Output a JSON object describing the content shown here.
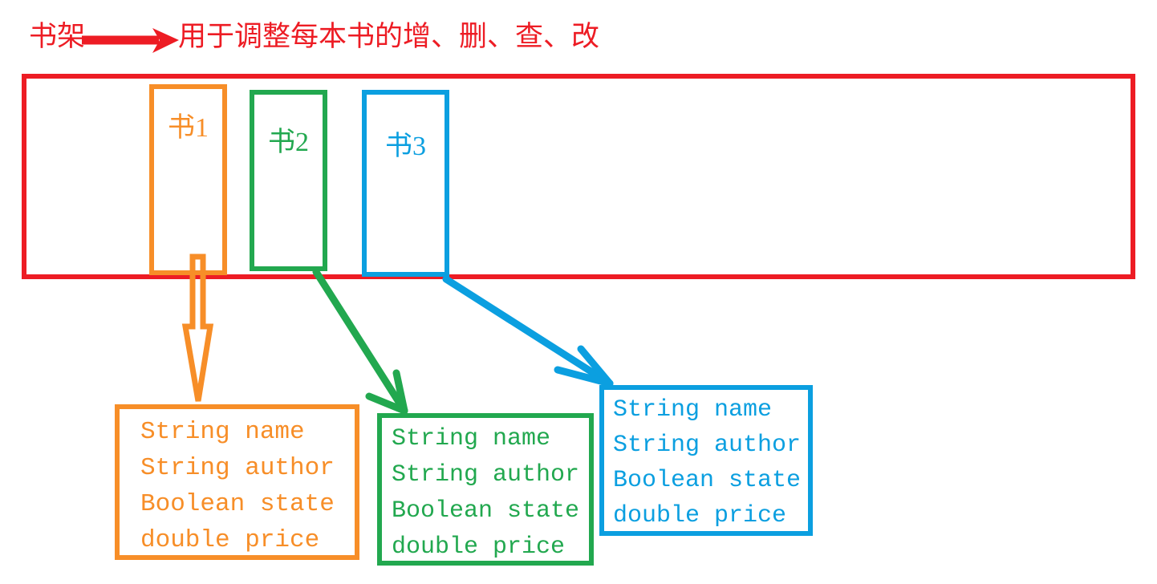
{
  "colors": {
    "shelf_red": "#ED1C24",
    "book1_orange": "#F78E28",
    "book2_green": "#22A84F",
    "book3_blue": "#0B9FE0",
    "background": "#FFFFFF"
  },
  "header": {
    "shelf_label": "书架",
    "arrow_icon": "right-arrow-icon",
    "purpose_text": "用于调整每本书的增、删、查、改"
  },
  "shelf": {
    "name": "书架",
    "books": [
      {
        "label": "书1",
        "color": "#F78E28"
      },
      {
        "label": "书2",
        "color": "#22A84F"
      },
      {
        "label": "书3",
        "color": "#0B9FE0"
      }
    ]
  },
  "connectors": [
    {
      "from": "书1",
      "to": "book1-fields",
      "icon": "down-arrow-outline-icon",
      "color": "#F78E28"
    },
    {
      "from": "书2",
      "to": "book2-fields",
      "icon": "diagonal-arrow-icon",
      "color": "#22A84F"
    },
    {
      "from": "书3",
      "to": "book3-fields",
      "icon": "diagonal-arrow-icon",
      "color": "#0B9FE0"
    }
  ],
  "field_boxes": [
    {
      "owner": "书1",
      "color": "#F78E28",
      "lines": [
        "String name",
        "String author",
        "Boolean state",
        "double price"
      ]
    },
    {
      "owner": "书2",
      "color": "#22A84F",
      "lines": [
        "String name",
        "String author",
        "Boolean state",
        "double price"
      ]
    },
    {
      "owner": "书3",
      "color": "#0B9FE0",
      "lines": [
        "String name",
        "String author",
        "Boolean state",
        "double price"
      ]
    }
  ]
}
